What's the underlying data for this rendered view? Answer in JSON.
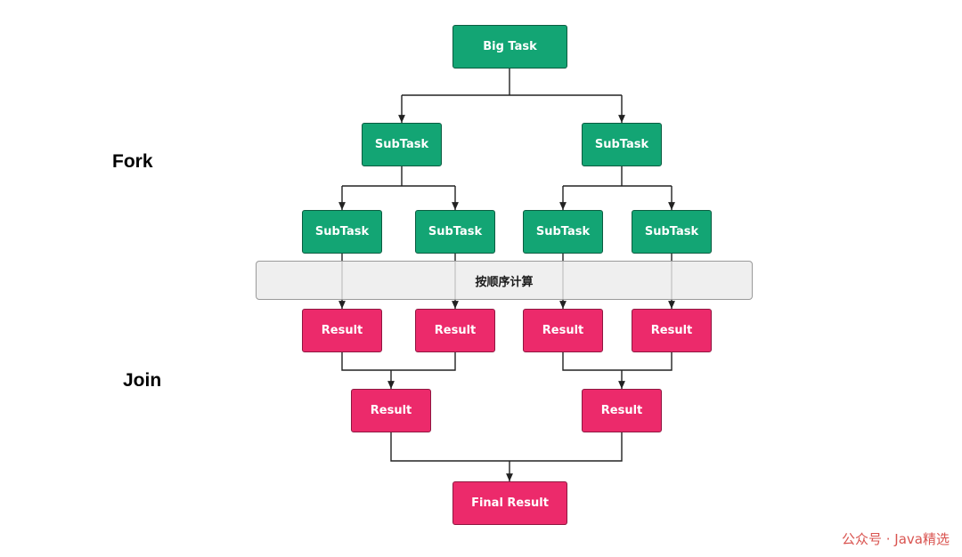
{
  "labels": {
    "fork": "Fork",
    "join": "Join"
  },
  "nodes": {
    "big_task": "Big Task",
    "subtask_left": "SubTask",
    "subtask_right": "SubTask",
    "subtask_1": "SubTask",
    "subtask_2": "SubTask",
    "subtask_3": "SubTask",
    "subtask_4": "SubTask",
    "result_1": "Result",
    "result_2": "Result",
    "result_3": "Result",
    "result_4": "Result",
    "result_left": "Result",
    "result_right": "Result",
    "final_result": "Final Result"
  },
  "band_label": "按顺序计算",
  "watermark": "公众号 · Java精选",
  "colors": {
    "task": "#13a574",
    "result": "#ec2a6b",
    "band": "#ececec",
    "edge": "#222222"
  }
}
